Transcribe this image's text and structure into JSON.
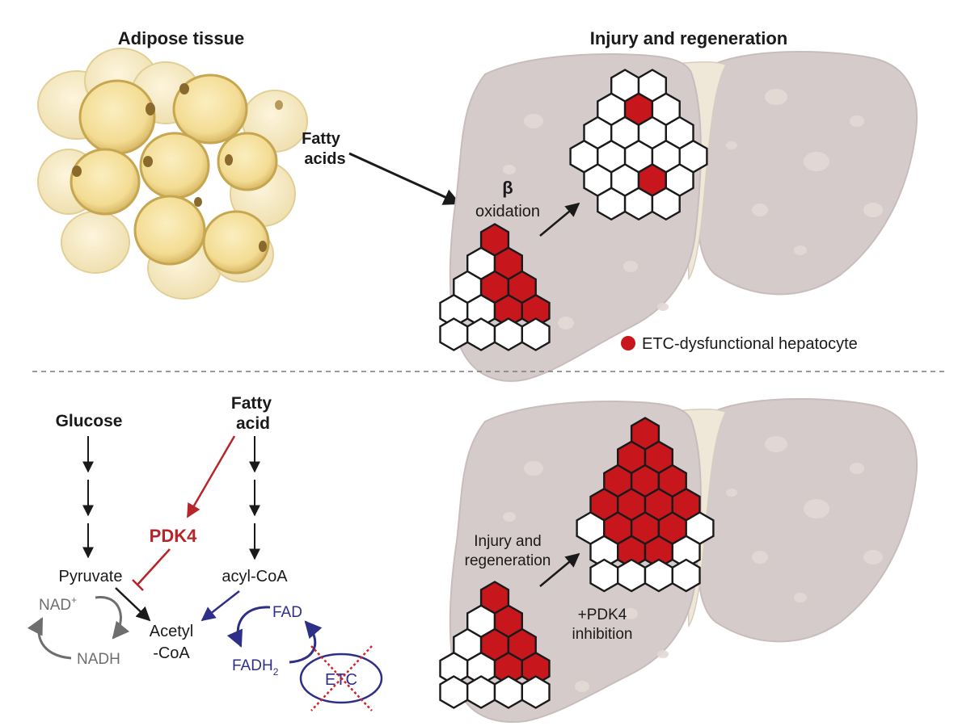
{
  "top": {
    "adipose_title": "Adipose tissue",
    "injury_title": "Injury and regeneration",
    "fatty_acids_line1": "Fatty",
    "fatty_acids_line2": "acids",
    "beta_symbol": "β",
    "oxidation": "oxidation",
    "legend_label": "ETC-dysfunctional hepatocyte"
  },
  "bottom": {
    "glucose": "Glucose",
    "fatty_acid_line1": "Fatty",
    "fatty_acid_line2": "acid",
    "pdk4": "PDK4",
    "pyruvate": "Pyruvate",
    "acyl_coa": "acyl-CoA",
    "nad_plus": "NAD",
    "nad_sup": "+",
    "nadh": "NADH",
    "acetyl_line1": "Acetyl",
    "acetyl_line2": "-CoA",
    "fad": "FAD",
    "fadh2_base": "FADH",
    "fadh2_sub": "2",
    "etc": "ETC",
    "injury_line1": "Injury and",
    "injury_line2": "regeneration",
    "pdk4_inhib_line1": "+PDK4",
    "pdk4_inhib_line2": "inhibition"
  },
  "colors": {
    "dysfunction_red": "#c8161d",
    "pathway_red": "#b7242a",
    "fad_blue": "#2e2f87",
    "nad_gray": "#6e6e6e",
    "liver_fill": "#d6cbcb",
    "adipocyte_fill": "#f5e2a1",
    "hex_stroke": "#1a1a1a"
  },
  "grids": {
    "top_large_filled": [
      [
        1,
        1
      ],
      [
        4,
        2
      ]
    ],
    "top_small_filled": [
      [
        0,
        0
      ],
      [
        1,
        1
      ],
      [
        2,
        1
      ],
      [
        2,
        2
      ],
      [
        3,
        2
      ],
      [
        3,
        3
      ]
    ],
    "bottom_large_filled": [
      [
        0,
        0
      ],
      [
        1,
        0
      ],
      [
        1,
        1
      ],
      [
        2,
        0
      ],
      [
        2,
        1
      ],
      [
        2,
        2
      ],
      [
        3,
        0
      ],
      [
        3,
        1
      ],
      [
        3,
        2
      ],
      [
        3,
        3
      ],
      [
        4,
        1
      ],
      [
        4,
        2
      ],
      [
        4,
        3
      ],
      [
        5,
        1
      ],
      [
        5,
        2
      ]
    ],
    "bottom_small_filled": [
      [
        0,
        0
      ],
      [
        1,
        1
      ],
      [
        2,
        1
      ],
      [
        2,
        2
      ],
      [
        3,
        2
      ],
      [
        3,
        3
      ]
    ]
  }
}
